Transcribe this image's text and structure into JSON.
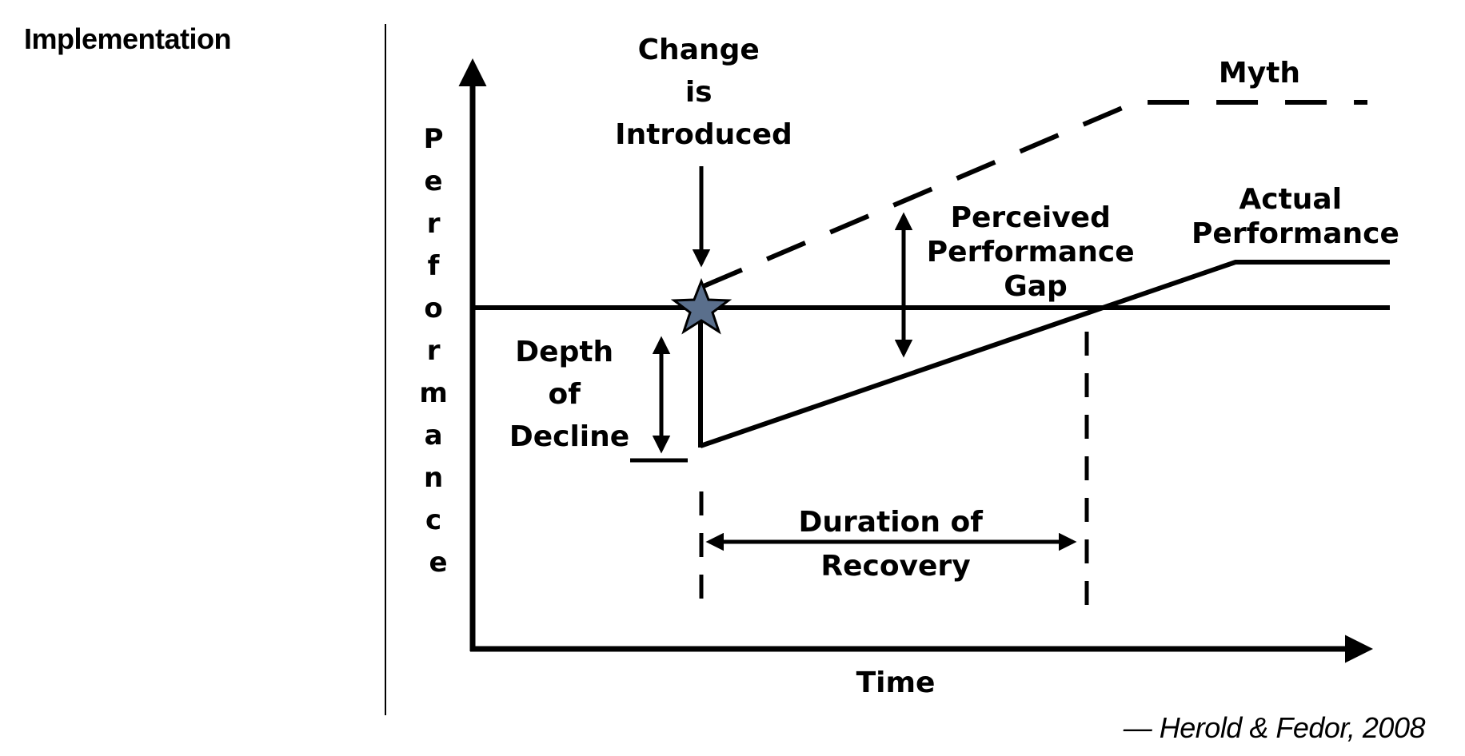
{
  "header": {
    "section_title": "Implementation"
  },
  "citation": "— Herold & Fedor, 2008",
  "diagram": {
    "y_axis_label": [
      "P",
      "e",
      "r",
      "f",
      "o",
      "r",
      "m",
      "a",
      "n",
      "c",
      "e"
    ],
    "x_axis_label": "Time",
    "labels": {
      "change_introduced": [
        "Change",
        "is",
        "Introduced"
      ],
      "myth": "Myth",
      "actual_performance": [
        "Actual",
        "Performance"
      ],
      "perceived_gap": [
        "Perceived",
        "Performance",
        "Gap"
      ],
      "depth_of_decline": [
        "Depth",
        "of",
        "Decline"
      ],
      "duration_of_recovery": [
        "Duration of",
        "Recovery"
      ]
    },
    "colors": {
      "line": "#000000",
      "star_fill": "#5a6f8c"
    },
    "icons": {
      "change_marker": "star-icon"
    }
  }
}
